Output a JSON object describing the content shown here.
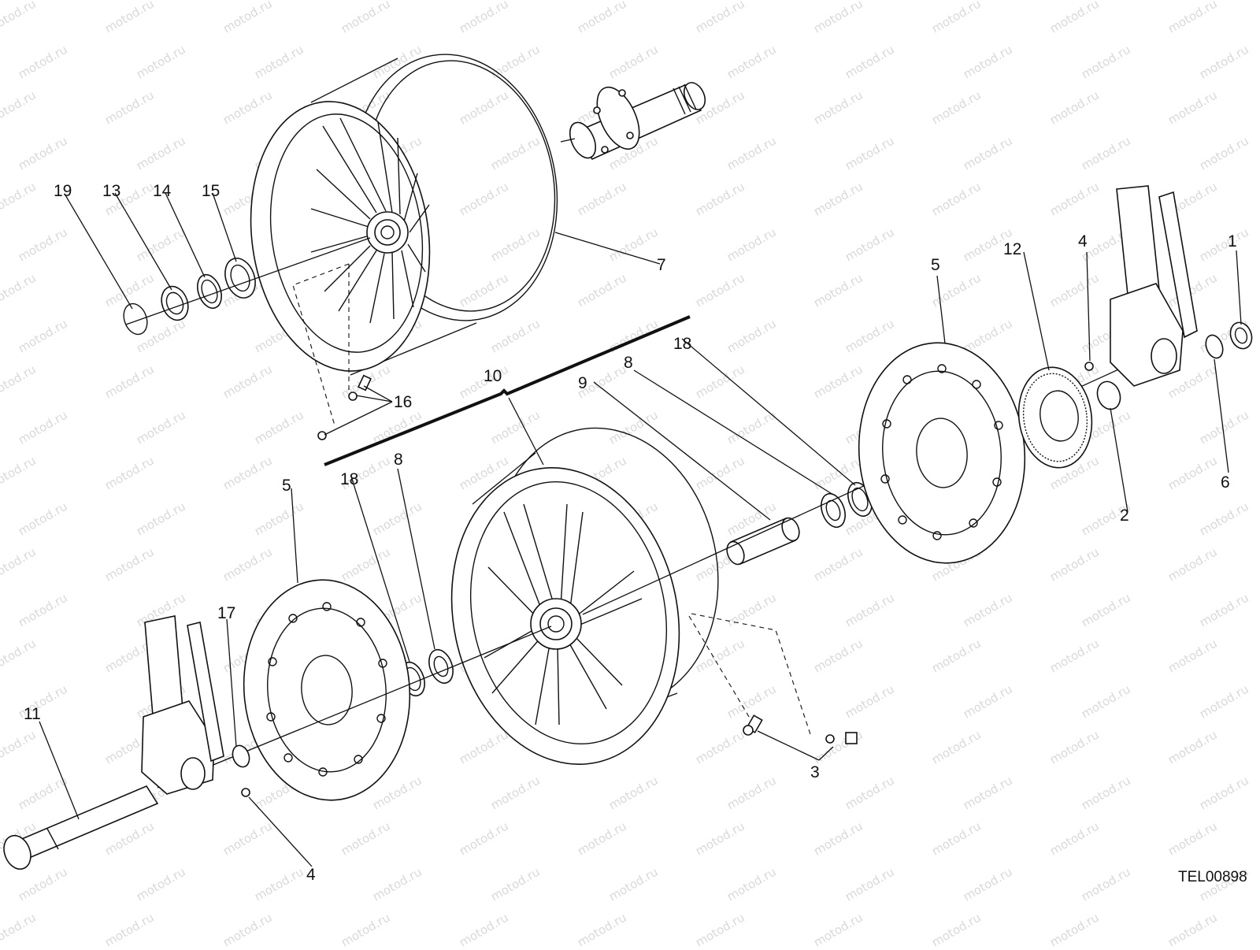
{
  "diagram": {
    "drawing_code": "TEL00898",
    "watermark_text": "motod.ru",
    "line_color": "#111111",
    "watermark_color": "#d9d9d9",
    "callouts": [
      "1",
      "2",
      "3",
      "4",
      "4",
      "5",
      "5",
      "6",
      "7",
      "8",
      "8",
      "9",
      "10",
      "11",
      "12",
      "13",
      "14",
      "15",
      "16",
      "17",
      "18",
      "18",
      "19"
    ]
  }
}
